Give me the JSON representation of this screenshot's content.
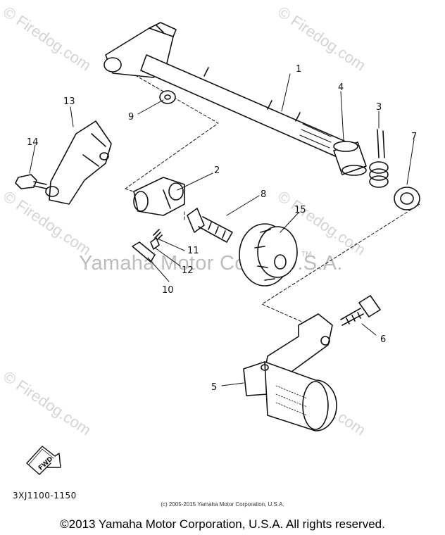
{
  "watermark": {
    "site": "© Firedog.com",
    "center": "Yamaha Motor Corp., U.S.A.",
    "tm": "TM"
  },
  "callouts": [
    "1",
    "2",
    "3",
    "4",
    "5",
    "6",
    "7",
    "8",
    "9",
    "10",
    "11",
    "12",
    "13",
    "14",
    "15"
  ],
  "fwd_label": "FWD",
  "part_code": "3XJ1100-1150",
  "small_copyright": "(c) 2005-2015 Yamaha Motor Corporation, U.S.A.",
  "footer": "©2013 Yamaha Motor Corporation, U.S.A. All rights reserved.",
  "colors": {
    "line": "#111111",
    "watermark": "#d4d4d4"
  }
}
